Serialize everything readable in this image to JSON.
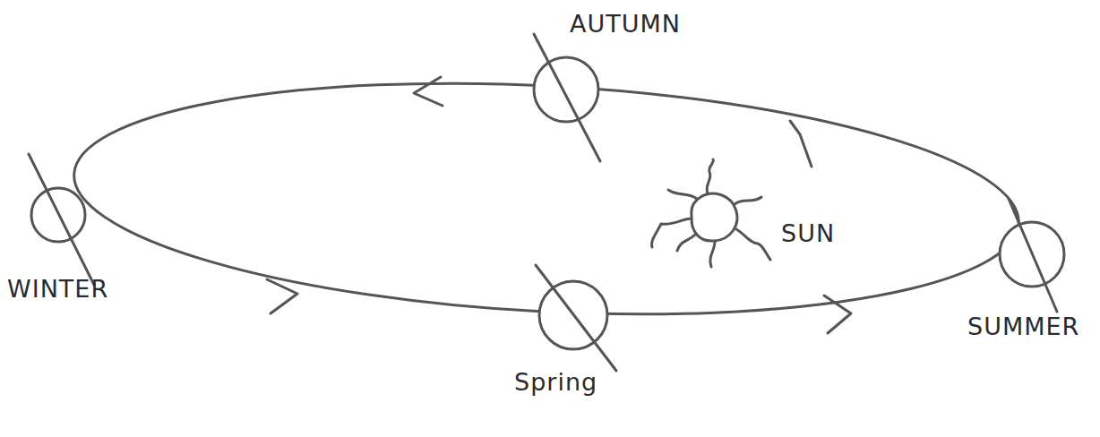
{
  "diagram": {
    "labels": [
      "AUTUMN",
      "SUN",
      "WINTER",
      "Spring",
      "SUMMER"
    ]
  }
}
